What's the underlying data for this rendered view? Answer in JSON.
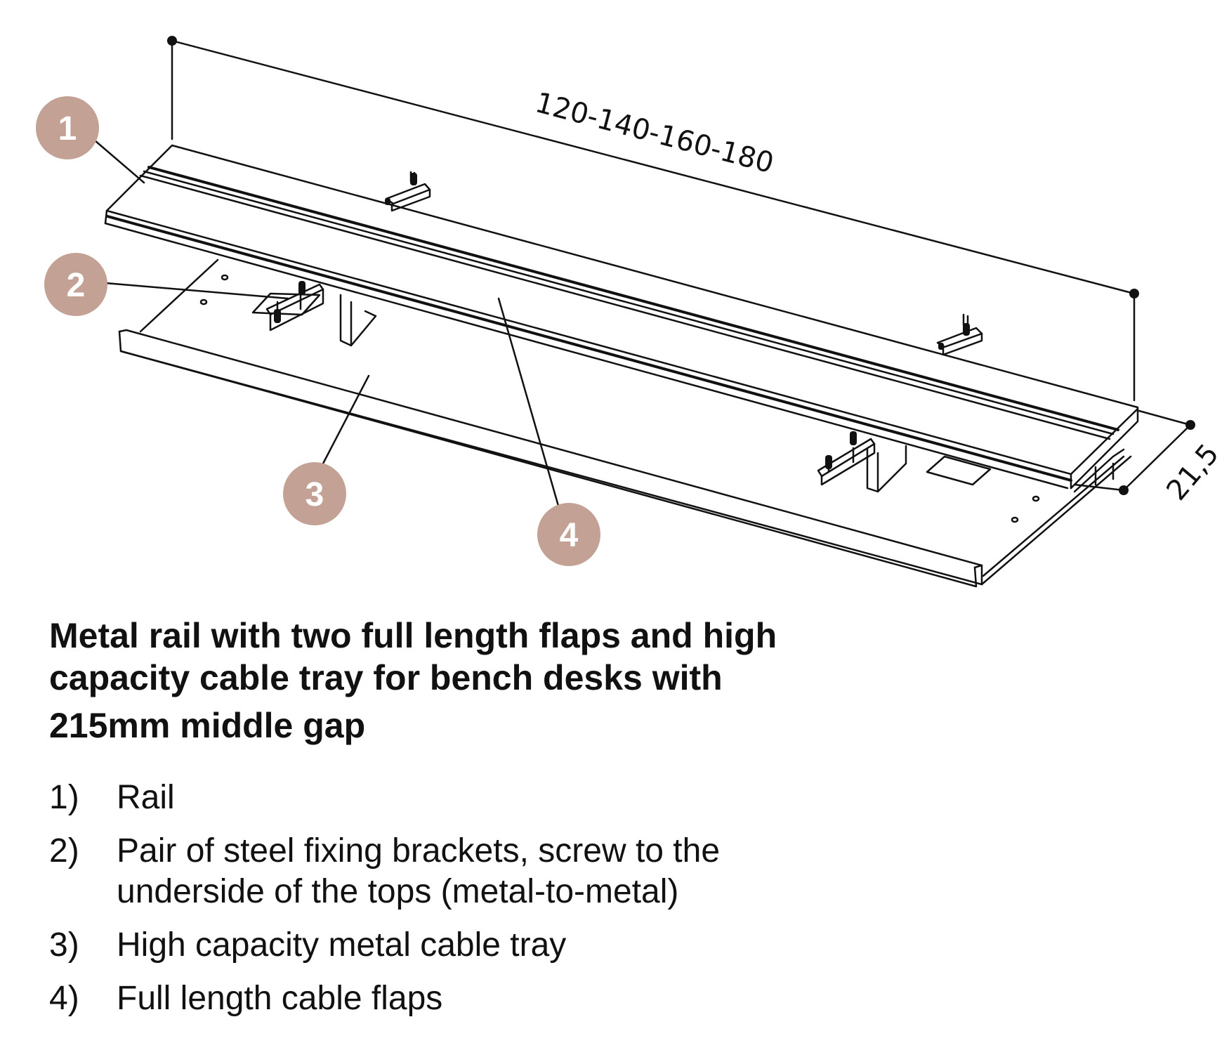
{
  "colors": {
    "callout_fill": "#c4a195",
    "line": "#111111",
    "background": "#ffffff"
  },
  "dimensions": {
    "length_label": "120-140-160-180",
    "depth_label": "21,5"
  },
  "callouts": [
    "1",
    "2",
    "3",
    "4"
  ],
  "title": {
    "line1": "Metal rail with two full length flaps and high",
    "line2": "capacity cable tray for bench desks with",
    "line3": "215mm middle gap"
  },
  "parts": [
    {
      "num": "1)",
      "text": "Rail"
    },
    {
      "num": "2)",
      "text": "Pair of steel fixing brackets, screw to the underside of the tops (metal-to-metal)"
    },
    {
      "num": "3)",
      "text": "High capacity metal cable tray"
    },
    {
      "num": "4)",
      "text": "Full length cable flaps"
    }
  ]
}
